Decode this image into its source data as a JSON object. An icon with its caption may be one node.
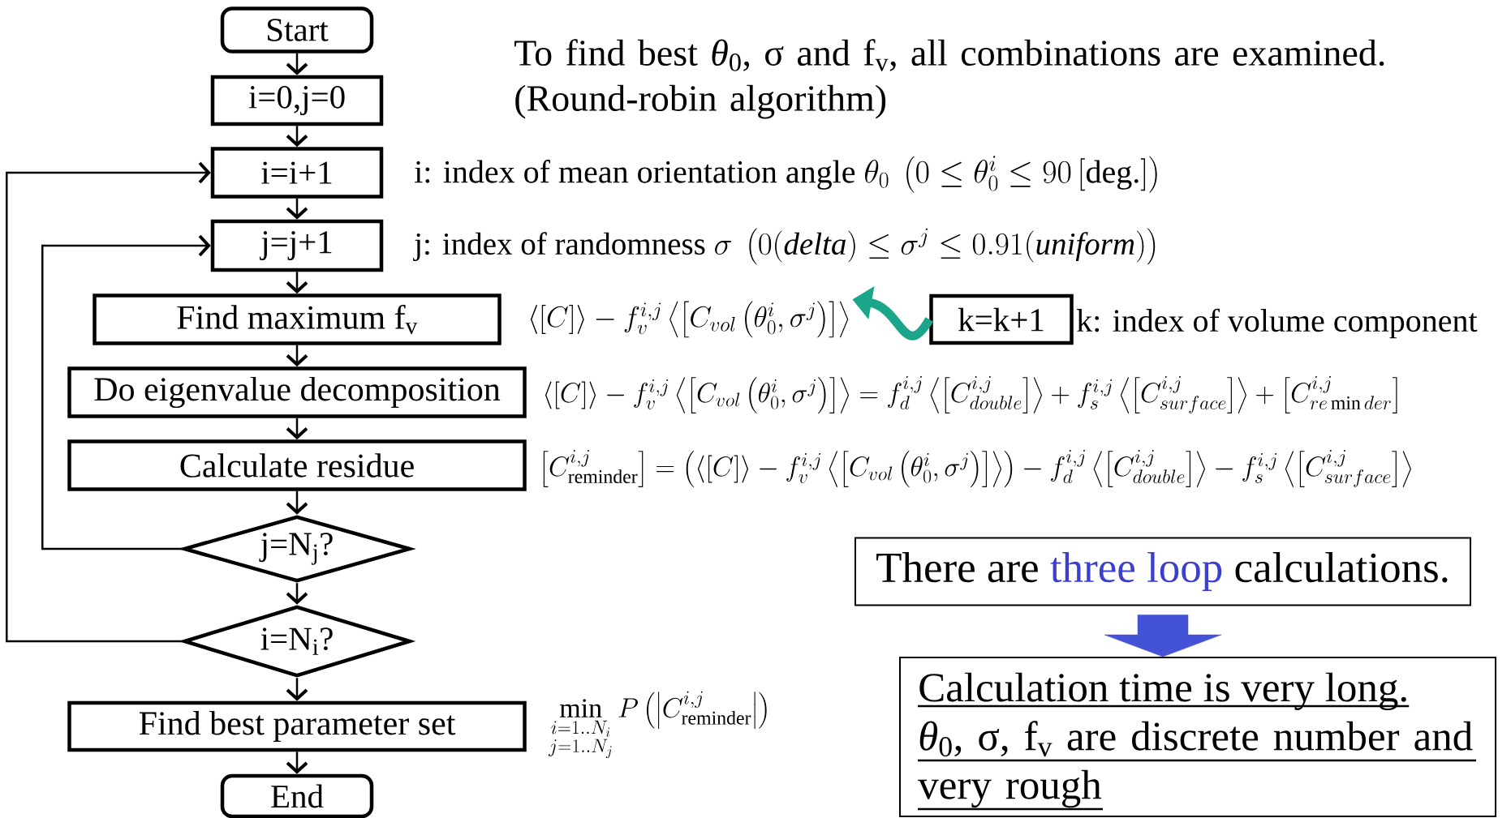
{
  "diagram": {
    "nodes": [
      {
        "text": [
          "Start"
        ]
      },
      {
        "text": [
          "i=0,j=0"
        ]
      },
      {
        "text": [
          "i=i+1"
        ]
      },
      {
        "text": [
          "j=j+1"
        ]
      },
      {
        "text": [
          "Find maximum f$_{v}$"
        ]
      },
      {
        "text": [
          "Do eigenvalue decomposition"
        ],
        "beside": [
          "\\left\\langle\\left[C\\right]\\right\\rangle - f_v^{i,j}\\left\\langle\\left[C_{vol}\\left(\\theta_0^i,\\sigma^j\\right)\\right]\\right\\rangle = f_d^{i,j}\\left\\langle\\left[C_{double}^{i,j}\\right]\\right\\rangle + f_s^{i,j}\\left\\langle\\left[C_{surface}^{i,j}\\right]\\right\\rangle + \\left[C_{re\\min der}^{i,j}\\right]"
        ]
      },
      {
        "text": [
          "Calculate residue"
        ],
        "beside": [
          "\\left[C_{\\mathrm{reminder}}^{i,j}\\right] = \\left(\\left\\langle\\left[C\\right]\\right\\rangle - f_v^{i,j}\\left\\langle\\left[C_{vol}\\left(\\theta_0^i,\\sigma^j\\right)\\right]\\right\\rangle\\right) - f_d^{i,j}\\left\\langle\\left[C_{double}^{i,j}\\right]\\right\\rangle - f_s^{i,j}\\left\\langle\\left[C_{surface}^{i,j}\\right]\\right\\rangle"
        ]
      },
      {
        "text": [
          "j=N$_{j}$?"
        ]
      },
      {
        "text": [
          "i=N$_{i}$?"
        ]
      },
      {
        "text": [
          "Find best parameter set"
        ],
        "beside": [
          "\\min_{\\substack{i=1..N_i\\\\ j=1..N_j}} P\\left(\\left|C_{\\mathrm{reminder}}^{i,j}\\right|\\right)"
        ]
      },
      {
        "text": [
          "End"
        ]
      },
      {
        "text": [
          "k=k+1"
        ],
        "beside": [
          "k: index of volume component"
        ]
      },
      {
        "text": [
          "There are",
          "three loop",
          "calculations."
        ]
      },
      {
        "text": [
          "Calculation time is very long.",
          "*θ*$_{0}$, σ, f$_{v}$ are discrete number and very rough"
        ]
      },
      {
        "text": [
          "\\left\\langle\\left[C\\right]\\right\\rangle - f_v^{i,j}\\left\\langle\\left[C_{vol}\\left(\\theta_0^i,\\sigma^j\\right)\\right]\\right\\rangle"
        ]
      }
    ],
    "edges": [
      {
        "from": 0,
        "to": 1,
        "arrow": "to"
      },
      {
        "from": 1,
        "to": 2,
        "arrow": "to"
      },
      {
        "from": 2,
        "to": 3,
        "arrow": "to"
      },
      {
        "from": 3,
        "to": 4,
        "arrow": "to"
      },
      {
        "from": 4,
        "to": 5,
        "arrow": "to"
      },
      {
        "from": 5,
        "to": 6,
        "arrow": "to"
      },
      {
        "from": 6,
        "to": 7,
        "arrow": "to"
      },
      {
        "from": 7,
        "to": 8,
        "arrow": "to"
      },
      {
        "from": 8,
        "to": 9,
        "arrow": "to"
      },
      {
        "from": 9,
        "to": 10,
        "arrow": "to"
      },
      {
        "from": 7,
        "to": 3,
        "arrow": "to"
      },
      {
        "from": 8,
        "to": 2,
        "arrow": "to"
      },
      {
        "from": 11,
        "to": 14,
        "arrow": "to",
        "style": "thick",
        "color": "#1ba68c"
      },
      {
        "from": 12,
        "to": 13,
        "arrow": "to",
        "style": "thick",
        "color": "#4452d6"
      }
    ],
    "labels": [
      "To find best *θ*$_{0}$, σ and f$_{v}$, all combinations are examined. (Round-robin algorithm)",
      "\\text{i: index of mean orientation angle }\\theta_0\\ \\left(0\\le\\theta_0^i\\le 90\\,[\\text{deg.}]\\right)",
      "\\text{j: index of randomness }\\sigma\\ \\left(0(\\mathit{delta})\\le\\sigma^j\\le 0.91(\\mathit{uniform})\\right)"
    ]
  }
}
